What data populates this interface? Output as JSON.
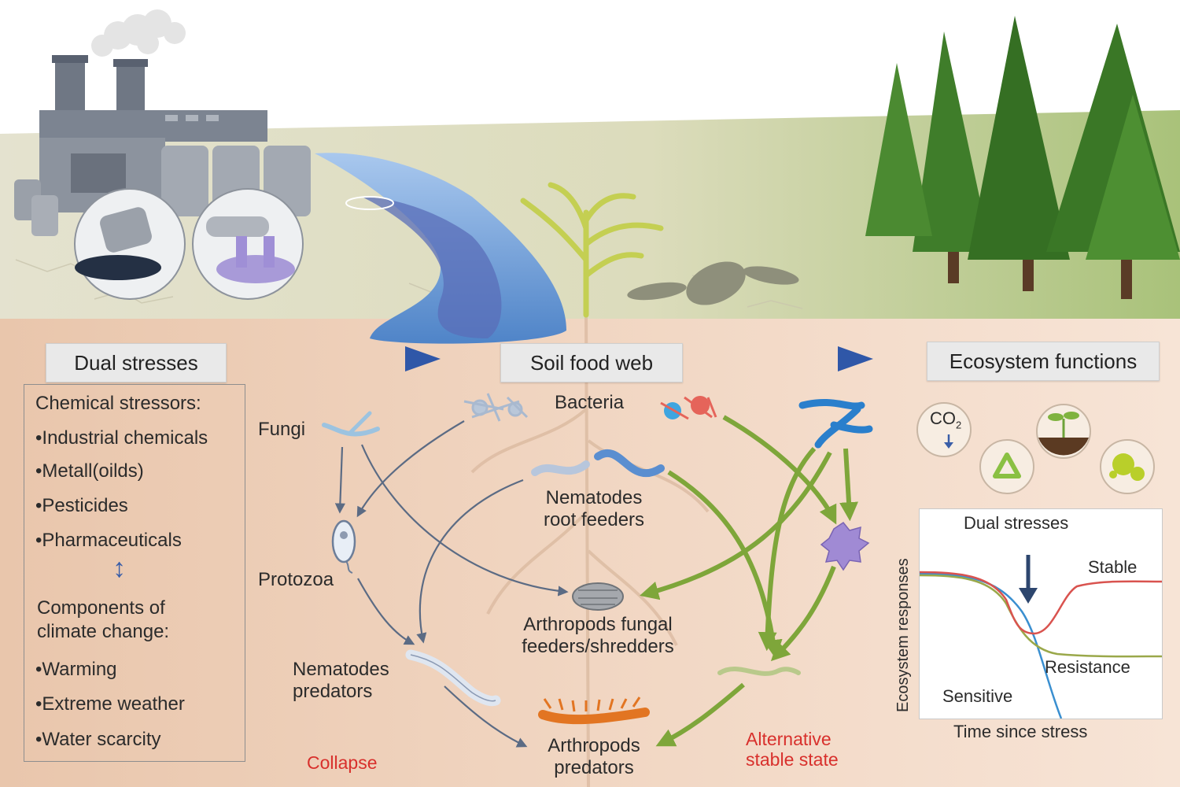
{
  "headers": {
    "dual_stresses": "Dual stresses",
    "soil_food_web": "Soil food web",
    "ecosystem_functions": "Ecosystem functions"
  },
  "stressors": {
    "chemical_heading": "Chemical stressors:",
    "chemical_items": [
      "Industrial chemicals",
      "Metall(oilds)",
      "Pesticides",
      "Pharmaceuticals"
    ],
    "climate_heading_line1": "Components of",
    "climate_heading_line2": "climate change:",
    "climate_items": [
      "Warming",
      "Extreme weather",
      "Water scarcity"
    ],
    "bullet": "•",
    "double_arrow": "↕"
  },
  "food_web": {
    "fungi": "Fungi",
    "bacteria": "Bacteria",
    "protozoa": "Protozoa",
    "nematodes_root_line1": "Nematodes",
    "nematodes_root_line2": "root feeders",
    "arthropods_fungal_line1": "Arthropods fungal",
    "arthropods_fungal_line2": "feeders/shredders",
    "nematodes_pred_line1": "Nematodes",
    "nematodes_pred_line2": "predators",
    "arthropods_pred_line1": "Arthropods",
    "arthropods_pred_line2": "predators",
    "collapse": "Collapse",
    "alt_line1": "Alternative",
    "alt_line2": "stable state"
  },
  "functions": {
    "co2": "CO",
    "co2_sub": "2"
  },
  "chart": {
    "title": "Dual stresses",
    "ylabel": "Ecosystem responses",
    "xlabel": "Time since stress",
    "series_labels": {
      "stable": "Stable",
      "resistance": "Resistance",
      "sensitive": "Sensitive"
    },
    "colors": {
      "stable": "#d9534f",
      "resistance": "#9aa84a",
      "sensitive": "#3a8fd0"
    }
  },
  "colors": {
    "sky": "#ffffff",
    "soil_top": "#f2dccb",
    "soil_bottom": "#e8c3a8",
    "ground": "#d8dcc0",
    "water": "#7aa6dc",
    "tree": "#3f7d2a",
    "grey_arrow": "#5b6b84",
    "green_arrow": "#7ea63a",
    "accent_red": "#d8302c"
  }
}
